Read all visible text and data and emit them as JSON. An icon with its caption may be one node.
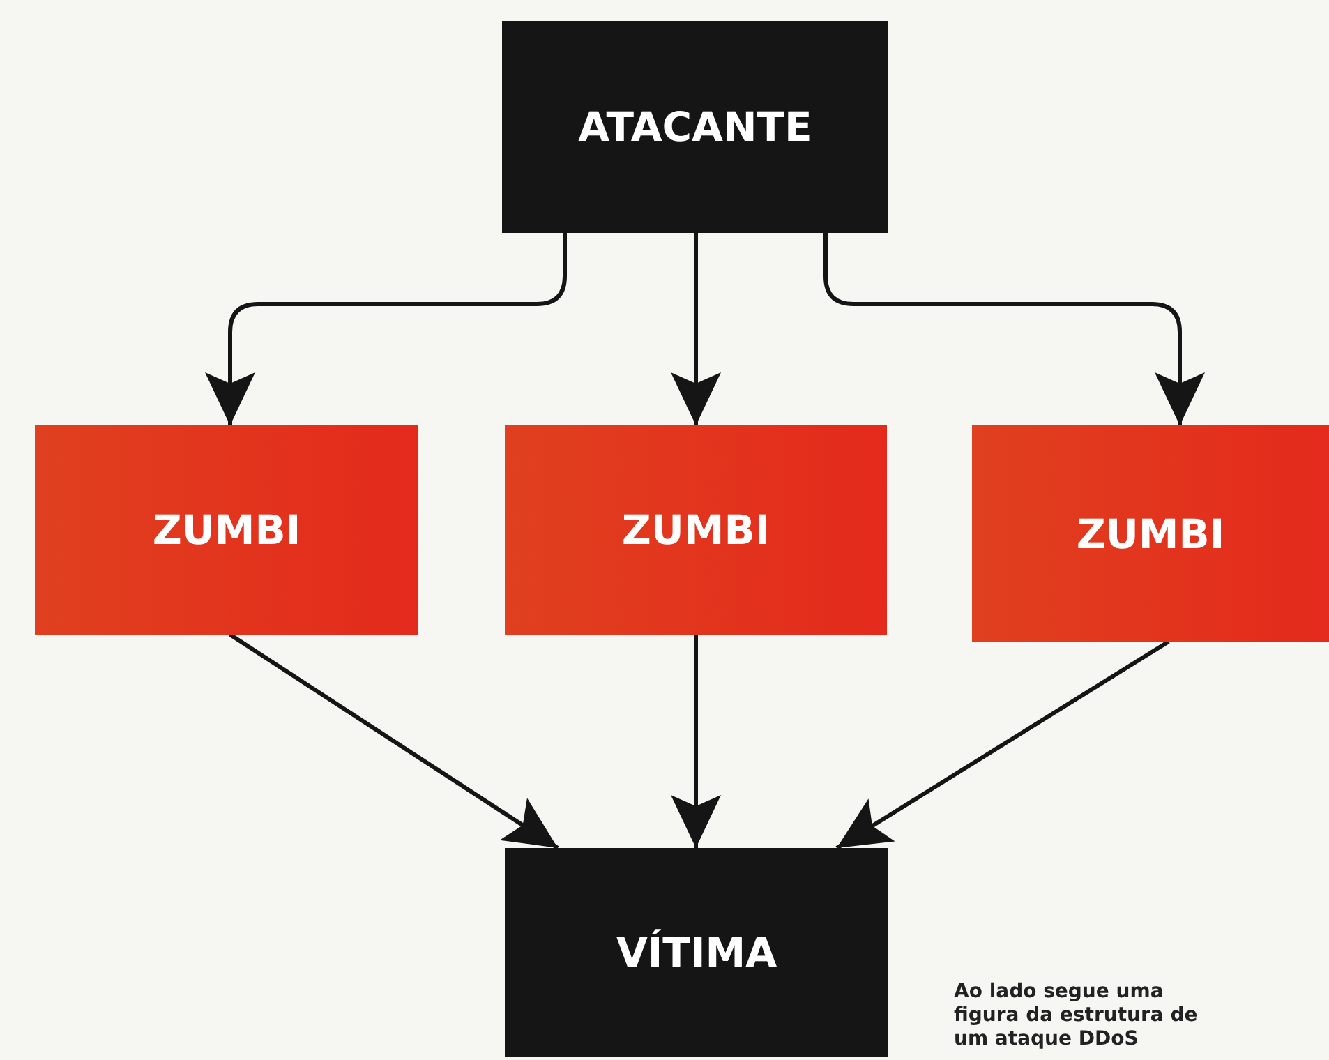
{
  "diagram": {
    "nodes": [
      {
        "text": [
          "ATACANTE"
        ]
      },
      {
        "text": [
          "ZUMBI"
        ]
      },
      {
        "text": [
          "ZUMBI"
        ]
      },
      {
        "text": [
          "ZUMBI"
        ]
      },
      {
        "text": [
          "VÍTIMA"
        ]
      }
    ],
    "edges": [
      {
        "from": 0,
        "to": 1,
        "arrow": "to"
      },
      {
        "from": 0,
        "to": 2,
        "arrow": "to"
      },
      {
        "from": 0,
        "to": 3,
        "arrow": "to"
      },
      {
        "from": 1,
        "to": 4,
        "arrow": "to"
      },
      {
        "from": 2,
        "to": 4,
        "arrow": "to"
      },
      {
        "from": 3,
        "to": 4,
        "arrow": "to"
      }
    ],
    "labels": [
      "Ao lado segue uma figura da estrutura de um ataque DDoS"
    ]
  }
}
